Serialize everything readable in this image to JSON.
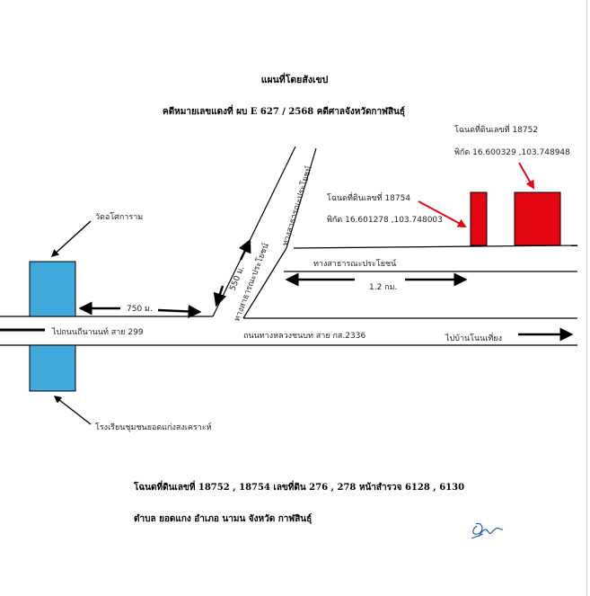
{
  "title": "แผนที่โดยสังเขป",
  "case_line": "คดีหมายเลขแดงที่ ผบ E 627 / 2568  คดีศาลจังหวัดกาฬสินธุ์",
  "plot_18752": {
    "deed": "โฉนดที่ดินเลขที่ 18752",
    "coords": "พิกัด 16.600329 ,103.748948"
  },
  "plot_18754": {
    "deed": "โฉนดที่ดินเลขที่ 18754",
    "coords": "พิกัด 16.601278 ,103.748003"
  },
  "landmarks": {
    "temple": "วัดอโศการาม",
    "school": "โรงเรียนชุมชนยอดแก่งสงเคราะห์"
  },
  "roads": {
    "public_road_diagonal_upper": "ทางสาธารณะประโยชน์",
    "public_road_diagonal_lower": "ทางสาธารณะประโยชน์",
    "public_road_horizontal": "ทางสาธารณะประโยชน์",
    "highway": "ถนนทางหลวงชนบท สาย กส.2336",
    "to_nanon": "ไปถนนถีนานนท์ สาย 299",
    "to_bannon": "ไปบ้านโนนเที่ยง"
  },
  "distances": {
    "d750": "750 ม.",
    "d550": "550 ม.",
    "d1_2": "1.2 กม."
  },
  "footer": {
    "deeds_line": "โฉนดที่ดินเลขที่ 18752 , 18754  เลขที่ดิน 276 , 278  หน้าสำรวจ 6128 , 6130",
    "location_line": "ตำบล ยอดแกง  อำเภอ นามน  จังหวัด กาฬสินธุ์"
  },
  "colors": {
    "plot_red": "#e30613",
    "landmark_blue": "#3fa9dc"
  }
}
